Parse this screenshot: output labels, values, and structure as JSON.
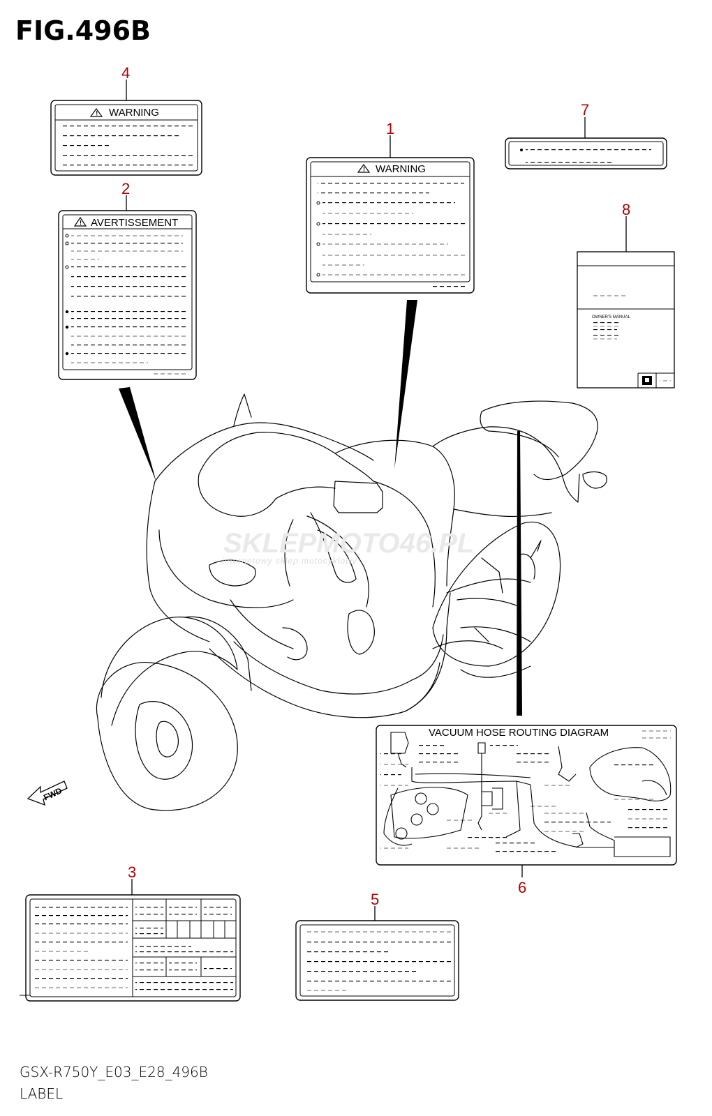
{
  "figure": {
    "title": "FIG.496B",
    "model_code": "GSX-R750Y_E03_E28_496B",
    "caption": "LABEL"
  },
  "callouts": {
    "c1": "1",
    "c2": "2",
    "c3": "3",
    "c4": "4",
    "c5": "5",
    "c6": "6",
    "c7": "7",
    "c8": "8"
  },
  "labels": {
    "warning_label_4": "WARNING",
    "avertissement_label_2": "AVERTISSEMENT",
    "warning_label_1": "WARNING",
    "vacuum_label_6": "VACUUM  HOSE  ROUTING  DIAGRAM",
    "manual_8": "OWNER'S MANUAL"
  },
  "direction_mark": "FWD",
  "watermark": {
    "line1": "SKLEPMOTO46.PL",
    "line2": "internetowy sklep motocyklowy"
  },
  "colors": {
    "callout": "#b00000",
    "line": "#000000",
    "watermark": "#e0e0e0"
  }
}
